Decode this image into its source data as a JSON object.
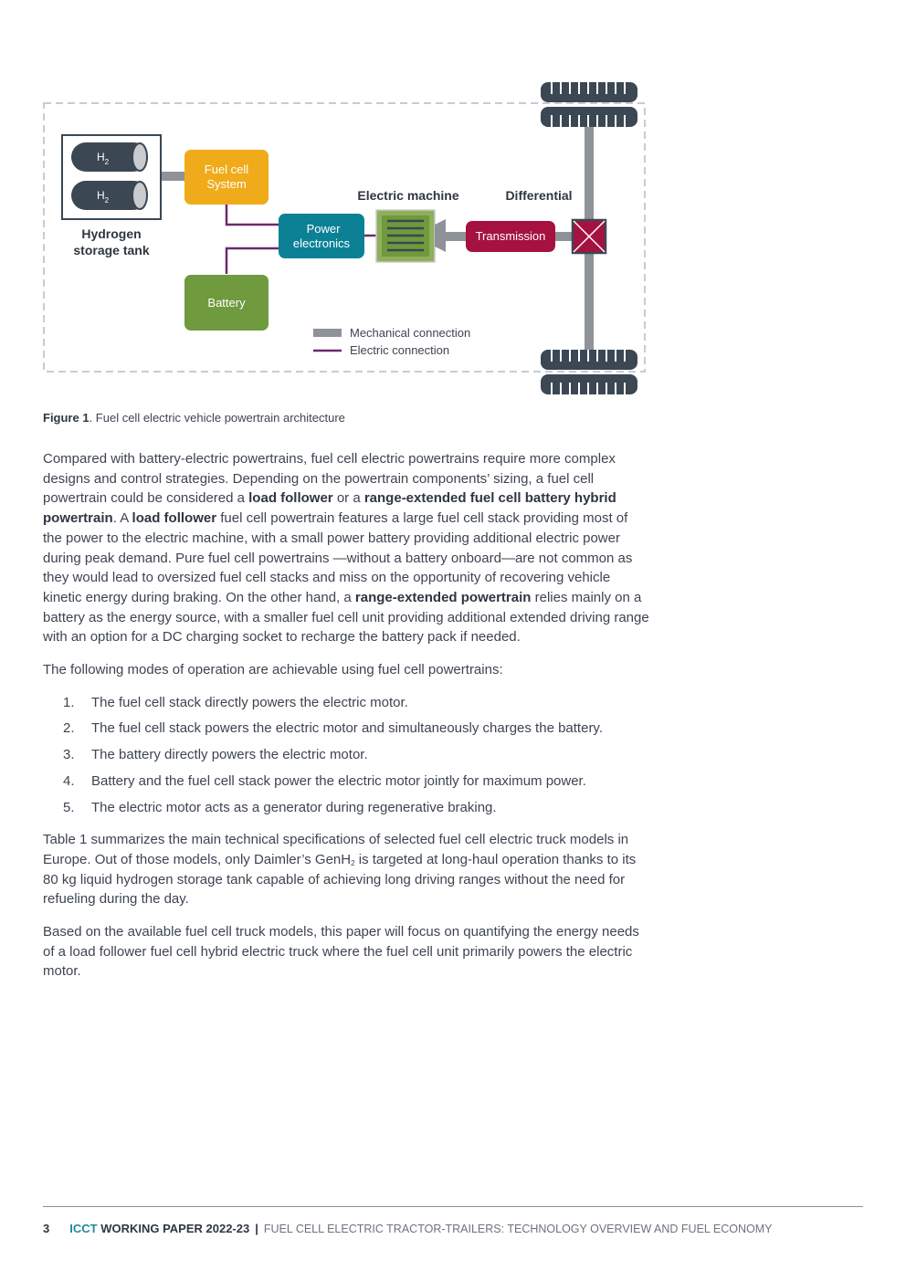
{
  "figure": {
    "h2_label": "H",
    "h2_subscript": "2",
    "storage_label_line1": "Hydrogen",
    "storage_label_line2": "storage tank",
    "fuel_cell_line1": "Fuel cell",
    "fuel_cell_line2": "System",
    "power_electronics_line1": "Power",
    "power_electronics_line2": "electronics",
    "battery_label": "Battery",
    "electric_machine_label": "Electric machine",
    "differential_label": "Differential",
    "transmission_label": "Transmission",
    "legend": {
      "mechanical": "Mechanical connection",
      "electric": "Electric connection"
    },
    "colors": {
      "fuel_cell": "#f0ab1b",
      "power_electronics": "#0c8196",
      "battery": "#6f9a3d",
      "transmission": "#a6123f",
      "electric_line": "#6c2a6b",
      "mechanical_line": "#8f9299",
      "tank": "#3b4753",
      "tire": "#3b4753"
    }
  },
  "caption": {
    "label": "Figure 1",
    "text": ". Fuel cell electric vehicle powertrain architecture"
  },
  "para1": {
    "t1": "Compared with battery-electric powertrains, fuel cell electric powertrains require more complex designs and control strategies. Depending on the powertrain components’ sizing, a fuel cell powertrain could be considered a ",
    "b1": "load follower",
    "t2": " or a ",
    "b2": "range-extended fuel cell battery hybrid powertrain",
    "t3": ". A ",
    "b3": "load follower",
    "t4": " fuel cell powertrain features a large fuel cell stack providing most of the power to the electric machine, with a small power battery providing additional electric power during peak demand. Pure fuel cell powertrains —without a battery onboard—are not common as they would lead to oversized fuel cell stacks and miss on the opportunity of recovering vehicle kinetic energy during braking. On the other hand, a ",
    "b4": "range-extended powertrain",
    "t5": " relies mainly on a battery as the energy source, with a smaller fuel cell unit providing additional extended driving range with an option for a DC charging socket to recharge the battery pack if needed."
  },
  "para2": "The following modes of operation are achievable using fuel cell powertrains:",
  "modes": [
    {
      "num": "1.",
      "text": "The fuel cell stack directly powers the electric motor."
    },
    {
      "num": "2.",
      "text": "The fuel cell stack powers the electric motor and simultaneously charges the battery."
    },
    {
      "num": "3.",
      "text": "The battery directly powers the electric motor."
    },
    {
      "num": "4.",
      "text": "Battery and the fuel cell stack power the electric motor jointly for maximum power."
    },
    {
      "num": "5.",
      "text": "The electric motor acts as a generator during regenerative braking."
    }
  ],
  "para3": {
    "t1": "Table 1 summarizes the main technical specifications of selected fuel cell electric truck models in Europe. Out of those models, only Daimler’s GenH",
    "sub": "2",
    "t2": " is targeted at long-haul operation thanks to its 80 kg liquid hydrogen storage tank capable of achieving long driving ranges without the need for refueling during the day."
  },
  "para4": "Based on the available fuel cell truck models, this paper will focus on quantifying the energy needs of a load follower fuel cell hybrid electric truck where the fuel cell unit primarily powers the electric motor.",
  "footer": {
    "page_number": "3",
    "org": "ICCT",
    "series": " WORKING PAPER 2022-23",
    "separator": "|",
    "title": "FUEL CELL ELECTRIC TRACTOR-TRAILERS: TECHNOLOGY OVERVIEW AND FUEL ECONOMY"
  }
}
